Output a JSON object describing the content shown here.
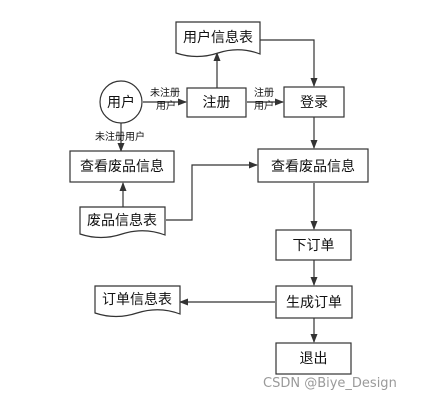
{
  "nodes": {
    "user_info_table": "用户信息表",
    "user": "用户",
    "register": "注册",
    "login": "登录",
    "view_waste_left": "查看废品信息",
    "view_waste_right": "查看废品信息",
    "waste_info_table": "废品信息表",
    "place_order": "下订单",
    "order_info_table": "订单信息表",
    "generate_order": "生成订单",
    "logout": "退出"
  },
  "edge_labels": {
    "unregistered_user_a1": "未注册",
    "unregistered_user_a2": "用户",
    "registered_user_1": "注册",
    "registered_user_2": "用户",
    "unregistered_user_down": "未注册用户"
  },
  "watermark": "CSDN @Biye_Design"
}
